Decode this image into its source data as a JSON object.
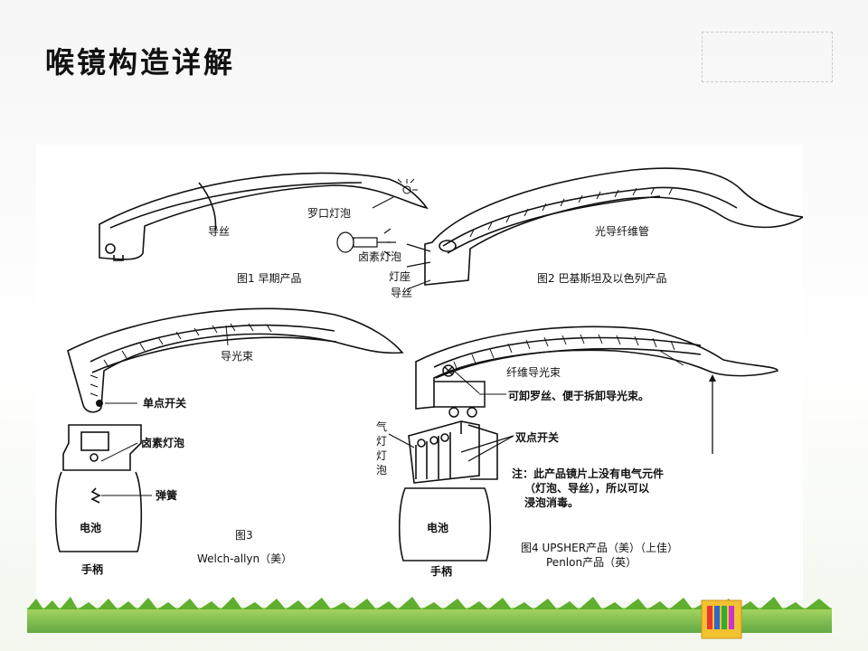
{
  "slide": {
    "title": "喉镜构造详解"
  },
  "fig1": {
    "caption": "图1 早期产品",
    "labels": {
      "wire": "导丝",
      "bulb": "罗口灯泡"
    }
  },
  "fig2": {
    "caption": "图2 巴基斯坦及以色列产品",
    "labels": {
      "fiber_tube": "光导纤维管",
      "halogen": "卤素灯泡",
      "socket": "灯座",
      "wire": "导丝"
    }
  },
  "fig3": {
    "caption": "图3",
    "brand": "Welch-allyn（美）",
    "labels": {
      "light_bundle": "导光束",
      "single_switch": "单点开关",
      "halogen": "卤素灯泡",
      "spring": "弹簧",
      "battery": "电池",
      "handle": "手柄"
    }
  },
  "fig4": {
    "caption_line1": "图4 UPSHER产品（美）（上佳）",
    "caption_line2": "Penlon产品（英）",
    "labels": {
      "fiber_bundle": "纤维导光束",
      "removable": "可卸罗丝、便于拆卸导光束。",
      "gas_bulb_1": "气",
      "gas_bulb_2": "灯",
      "gas_bulb_3": "灯",
      "gas_bulb_4": "泡",
      "double_switch": "双点开关",
      "note_1": "注：此产品镜片上没有电气元件",
      "note_2": "（灯泡、导丝），所以可以",
      "note_3": "浸泡消毒。",
      "battery": "电池",
      "handle": "手柄"
    }
  }
}
